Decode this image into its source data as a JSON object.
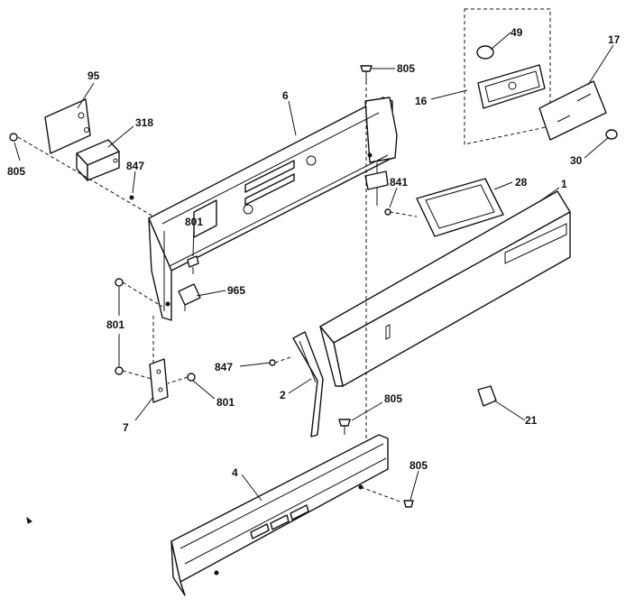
{
  "callouts": {
    "c95": "95",
    "c318": "318",
    "c805_topleft": "805",
    "c847_upper": "847",
    "c6": "6",
    "c805_top": "805",
    "c16": "16",
    "c49": "49",
    "c17": "17",
    "c30": "30",
    "c841": "841",
    "c28": "28",
    "c1": "1",
    "c801_upper": "801",
    "c965": "965",
    "c801_left": "801",
    "c801_right": "801",
    "c7": "7",
    "c847_lower": "847",
    "c2": "2",
    "c805_mid": "805",
    "c21": "21",
    "c4": "4",
    "c805_bottom": "805"
  }
}
